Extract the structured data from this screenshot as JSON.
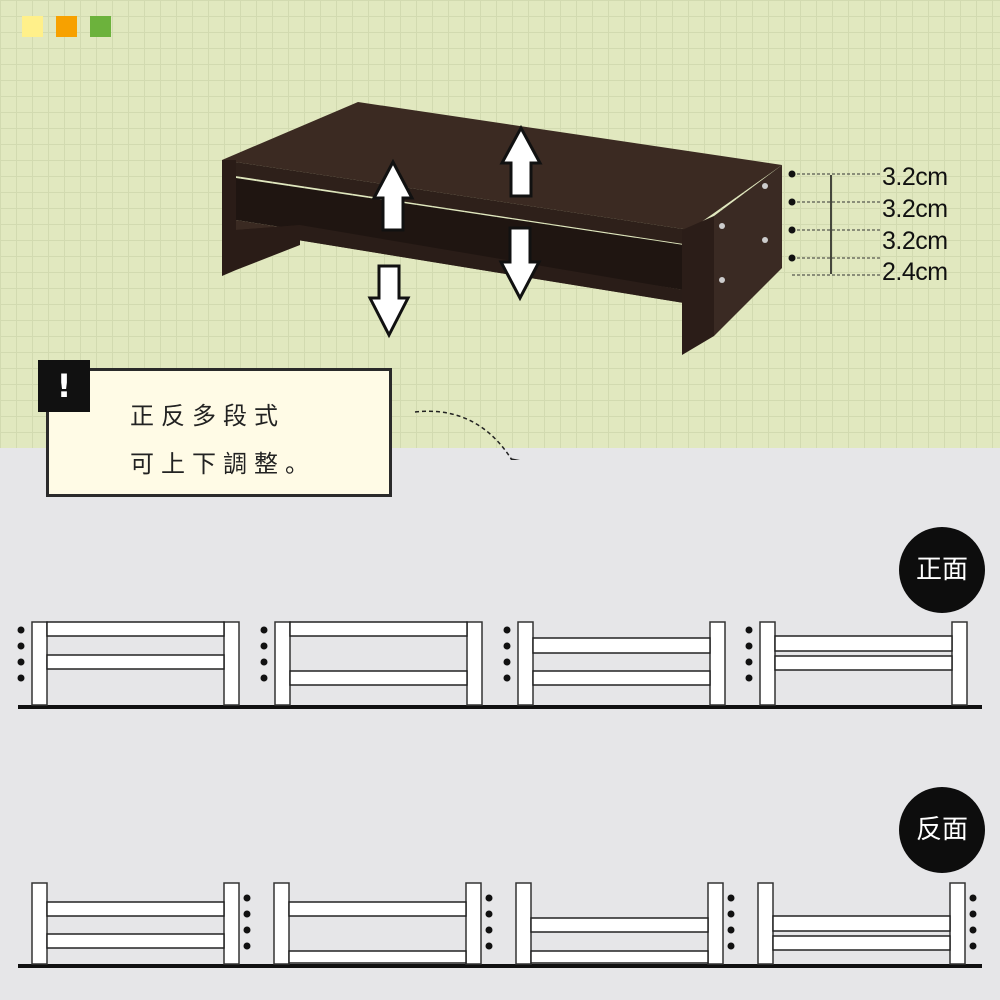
{
  "color_swatches": [
    "#fff08a",
    "#f7a100",
    "#6cb23c"
  ],
  "dimensions": [
    "3.2cm",
    "3.2cm",
    "3.2cm",
    "2.4cm"
  ],
  "callout": {
    "icon": "exclamation-icon",
    "mark": "!",
    "line1": "正反多段式",
    "line2": "可上下調整。"
  },
  "front": {
    "label": "正面",
    "panels": [
      [
        [
          0,
          14
        ],
        [
          33,
          47
        ]
      ],
      [
        [
          0,
          14
        ],
        [
          49,
          63
        ]
      ],
      [
        [
          16,
          31
        ],
        [
          49,
          63
        ]
      ],
      [
        [
          14,
          29
        ],
        [
          34,
          48
        ]
      ]
    ]
  },
  "back": {
    "label": "反面",
    "panels": [
      [
        [
          19,
          33
        ],
        [
          51,
          65
        ]
      ],
      [
        [
          19,
          33
        ],
        [
          68,
          80
        ]
      ],
      [
        [
          35,
          49
        ],
        [
          68,
          80
        ]
      ],
      [
        [
          33,
          48
        ],
        [
          53,
          67
        ]
      ]
    ]
  }
}
